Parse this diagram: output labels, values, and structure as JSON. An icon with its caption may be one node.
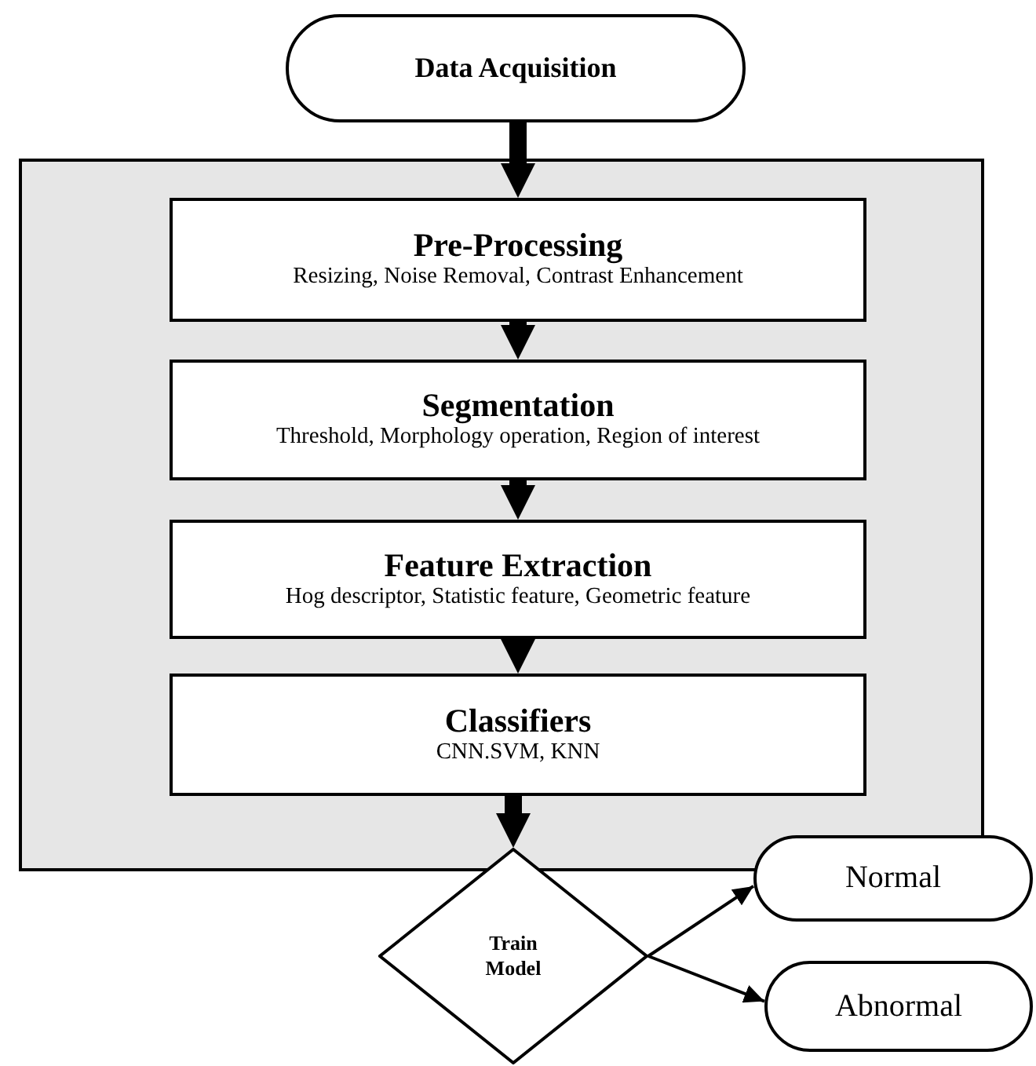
{
  "diagram": {
    "nodes": [
      {
        "text": [
          "Data Acquisition"
        ]
      },
      {
        "text": [],
        "shape": "box"
      },
      {
        "text": [
          "Pre-Processing",
          "Resizing, Noise Removal, Contrast Enhancement"
        ],
        "in": 1
      },
      {
        "text": [
          "Segmentation",
          "Threshold, Morphology operation, Region of interest"
        ],
        "in": 1
      },
      {
        "text": [
          "Feature Extraction",
          "Hog descriptor, Statistic feature, Geometric feature"
        ],
        "in": 1
      },
      {
        "text": [
          "Classifiers",
          "CNN.SVM, KNN"
        ],
        "in": 1
      },
      {
        "text": [
          "Train Model"
        ]
      },
      {
        "text": [
          "Normal"
        ]
      },
      {
        "text": [
          "Abnormal"
        ]
      }
    ],
    "edges": [
      {
        "from": 0,
        "to": 2,
        "arrow": "to"
      },
      {
        "from": 2,
        "to": 3,
        "arrow": "to"
      },
      {
        "from": 3,
        "to": 4,
        "arrow": "to"
      },
      {
        "from": 4,
        "to": 5,
        "arrow": "to"
      },
      {
        "from": 5,
        "to": 6,
        "arrow": "to"
      },
      {
        "from": 6,
        "to": 7,
        "arrow": "to"
      },
      {
        "from": 6,
        "to": 8,
        "arrow": "to"
      }
    ]
  }
}
